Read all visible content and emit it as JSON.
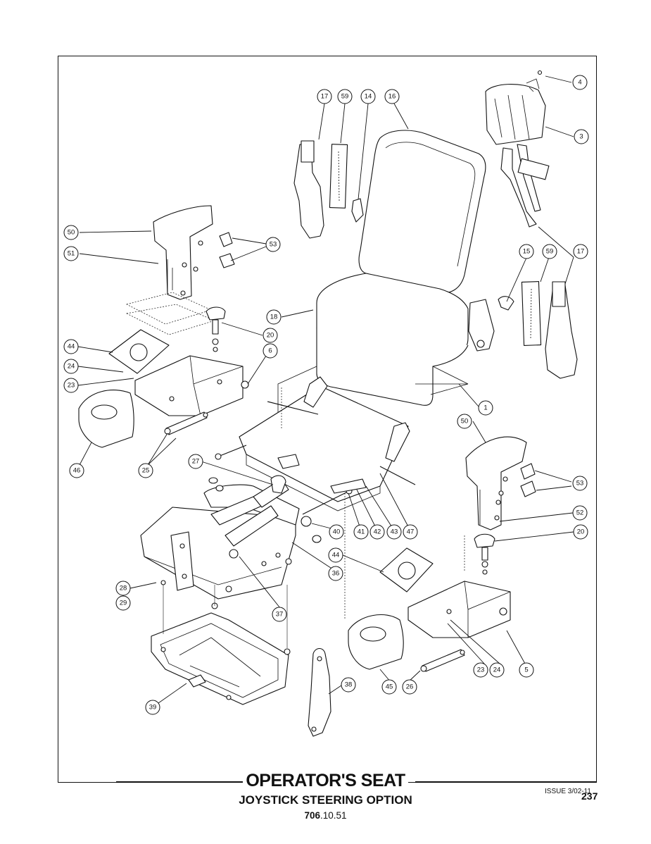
{
  "title": "OPERATOR'S SEAT",
  "subtitle": "JOYSTICK STEERING OPTION",
  "drawing_number_bold": "706",
  "drawing_number_rest": ".10.51",
  "issue": "ISSUE 3/02-11",
  "page_number": "237",
  "callouts": [
    "4",
    "3",
    "17",
    "59",
    "14",
    "16",
    "50",
    "53",
    "51",
    "15",
    "59",
    "17",
    "18",
    "20",
    "44",
    "6",
    "24",
    "23",
    "46",
    "1",
    "25",
    "50",
    "27",
    "53",
    "52",
    "20",
    "40",
    "41",
    "42",
    "43",
    "47",
    "36",
    "44",
    "28",
    "29",
    "37",
    "23",
    "24",
    "5",
    "45",
    "26",
    "38",
    "39"
  ]
}
